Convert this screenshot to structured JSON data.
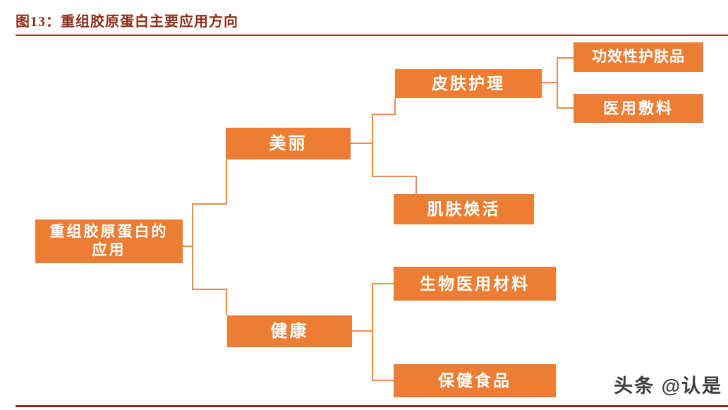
{
  "figure": {
    "title": "图13：重组胶原蛋白主要应用方向"
  },
  "colors": {
    "node_orange": "#EC7D33",
    "connector_orange": "#EC8A50",
    "title_maroon": "#8C2E18",
    "node_text": "#FFFFFF",
    "background": "#FFFFFF"
  },
  "diagram": {
    "nodes": {
      "root": {
        "label": "重组胶原蛋白的应用",
        "label_line1": "重组胶原蛋白的",
        "label_line2": "应用"
      },
      "beauty": {
        "label": "美丽"
      },
      "health": {
        "label": "健康"
      },
      "skincare": {
        "label": "皮肤护理"
      },
      "revital": {
        "label": "肌肤焕活"
      },
      "functional": {
        "label": "功效性护肤品"
      },
      "dressing": {
        "label": "医用敷料"
      },
      "biomed": {
        "label": "生物医用材料"
      },
      "healthfood": {
        "label": "保健食品"
      }
    },
    "edges": [
      [
        "root",
        "beauty"
      ],
      [
        "root",
        "health"
      ],
      [
        "beauty",
        "skincare"
      ],
      [
        "beauty",
        "revital"
      ],
      [
        "skincare",
        "functional"
      ],
      [
        "skincare",
        "dressing"
      ],
      [
        "health",
        "biomed"
      ],
      [
        "health",
        "healthfood"
      ]
    ]
  },
  "watermark": {
    "text": "头条 @认是"
  }
}
